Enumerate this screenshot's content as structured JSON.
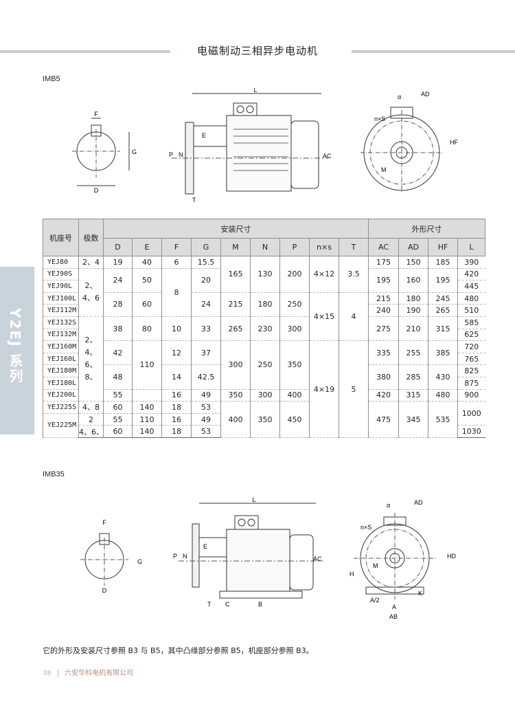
{
  "header": {
    "title": "电磁制动三相异步电动机"
  },
  "sections": {
    "imb5_label": "IMB5",
    "imb35_label": "IMB35"
  },
  "side_tab": {
    "text": "Y2EJ 系列"
  },
  "colors": {
    "rule": "#c5ccd1",
    "side_tab": "#c9d3dc",
    "header_fill": "#dcdcdc",
    "footer_text": "#b58d7f"
  },
  "table": {
    "col_model": "机座号",
    "col_poles": "极数",
    "group_install": "安装尺寸",
    "group_outline": "外形尺寸",
    "subheaders": [
      "D",
      "E",
      "F",
      "G",
      "M",
      "N",
      "P",
      "n×s",
      "T",
      "AC",
      "AD",
      "HF",
      "L"
    ],
    "models": [
      "YEJ80",
      "YEJ90S",
      "YEJ90L",
      "YEJ100L",
      "YEJ112M",
      "YEJ132S",
      "YEJ132M",
      "YEJ160M",
      "YEJ160L",
      "YEJ180M",
      "YEJ180L",
      "YEJ200L",
      "YEJ225S",
      "YEJ225M",
      ""
    ],
    "poles": {
      "r0": "2、4",
      "r1": "2、\n4、6",
      "r5": "2、4、\n6、8、",
      "r12": "4、8",
      "r13": "2",
      "r14": "4、6、8"
    },
    "D": {
      "r0": "19",
      "r1": "24",
      "r3": "28",
      "r5": "38",
      "r7": "42",
      "r9": "48",
      "r11": "55",
      "r12": "60",
      "r13": "55",
      "r14": "60"
    },
    "E": {
      "r0": "40",
      "r1": "50",
      "r3": "60",
      "r5": "80",
      "r7": "110",
      "r12": "140",
      "r13": "110",
      "r14": "140"
    },
    "F": {
      "r0": "6",
      "r1": "8",
      "r5": "10",
      "r7": "12",
      "r9": "14",
      "r11": "16",
      "r12": "18",
      "r13": "16",
      "r14": "18"
    },
    "G": {
      "r0": "15.5",
      "r1": "20",
      "r3": "24",
      "r5": "33",
      "r7": "37",
      "r9": "42.5",
      "r11": "49",
      "r12": "53",
      "r13": "49",
      "r14": "53"
    },
    "M": {
      "r0": "165",
      "r3": "215",
      "r5": "265",
      "r7": "300",
      "r11": "350",
      "r12": "400"
    },
    "N": {
      "r0": "130",
      "r3": "180",
      "r5": "230",
      "r7": "250",
      "r11": "300",
      "r12": "350"
    },
    "P": {
      "r0": "200",
      "r3": "250",
      "r5": "300",
      "r7": "350",
      "r11": "400",
      "r12": "450"
    },
    "nxs": {
      "r0": "4×12",
      "r3": "4×15",
      "r7": "4×19"
    },
    "T": {
      "r0": "3.5",
      "r3": "4",
      "r7": "5"
    },
    "AC": {
      "r0": "175",
      "r1": "195",
      "r3": "215",
      "r4": "240",
      "r5": "275",
      "r7": "335",
      "r9": "380",
      "r11": "420",
      "r12": "475"
    },
    "AD": {
      "r0": "150",
      "r1": "160",
      "r3": "180",
      "r4": "190",
      "r5": "210",
      "r7": "255",
      "r9": "285",
      "r11": "315",
      "r12": "345"
    },
    "HF": {
      "r0": "185",
      "r1": "195",
      "r3": "245",
      "r4": "265",
      "r5": "315",
      "r7": "385",
      "r9": "430",
      "r11": "480",
      "r12": "535"
    },
    "L": {
      "r0": "390",
      "r1": "420",
      "r2": "445",
      "r3": "480",
      "r4": "510",
      "r5": "585",
      "r6": "625",
      "r7": "720",
      "r8": "765",
      "r9": "825",
      "r10": "875",
      "r11": "900",
      "r12": "1000",
      "r14": "1030"
    }
  },
  "dims": {
    "F": "F",
    "G": "G",
    "D": "D",
    "L": "L",
    "E": "E",
    "P": "P",
    "N": "N",
    "T": "T",
    "AC": "AC",
    "AD": "AD",
    "HF": "HF",
    "nxs": "n×S",
    "alpha": "α",
    "M": "M",
    "C": "C",
    "B": "B",
    "H": "H",
    "K": "K",
    "A": "A",
    "AB": "AB",
    "A2": "A/2",
    "HD": "HD"
  },
  "note": "它的外形及安装尺寸参照 B3 与 B5，其中凸缘部分参照 B5，机座部分参照 B3。",
  "footer": {
    "page": "38",
    "company": "六安华科电机有限公司"
  }
}
